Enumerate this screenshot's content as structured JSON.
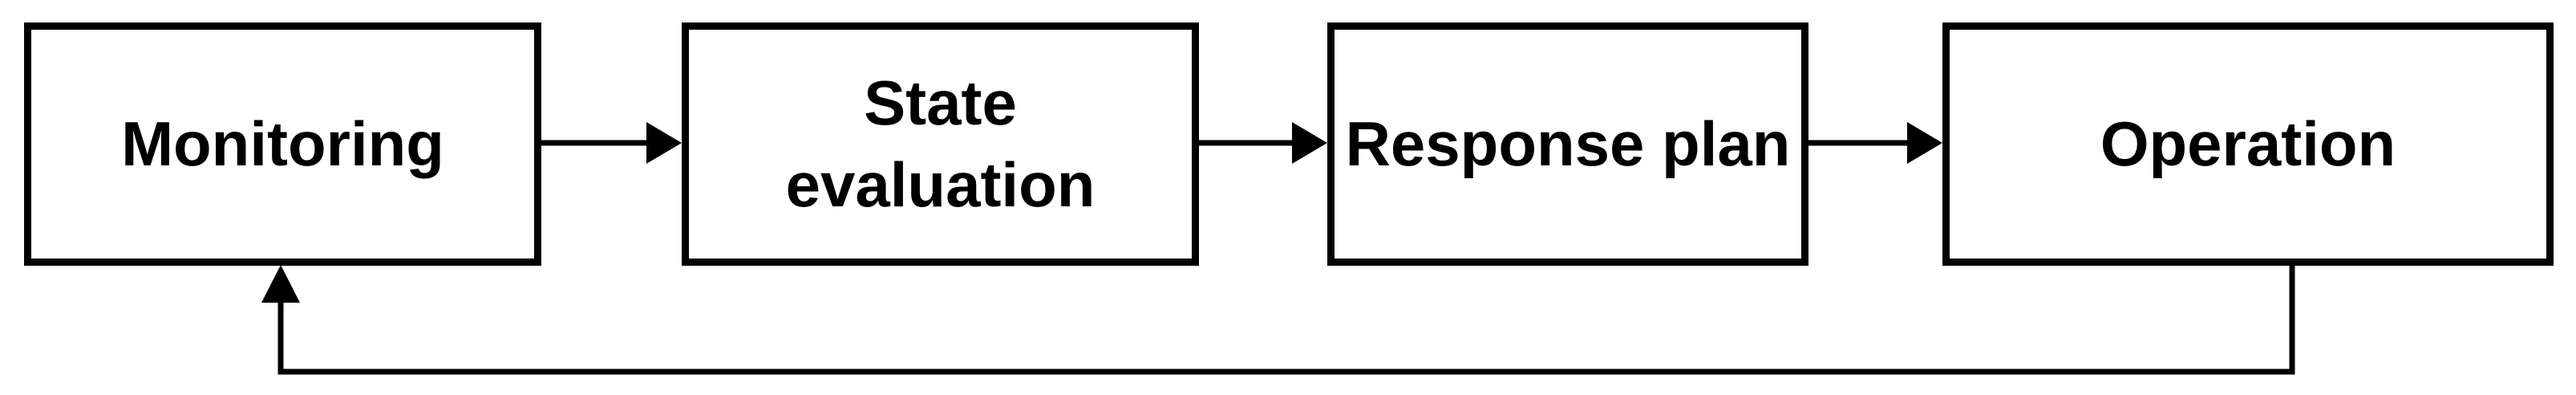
{
  "diagram": {
    "background_color": "#ffffff",
    "line_color": "#000000",
    "node_fill_color": "#ffffff",
    "nodes": [
      {
        "id": "monitoring",
        "label": "Monitoring"
      },
      {
        "id": "state-evaluation",
        "label": "State\nevaluation"
      },
      {
        "id": "response-plan",
        "label": "Response plan"
      },
      {
        "id": "operation",
        "label": "Operation"
      }
    ],
    "edges": [
      {
        "from": "Monitoring",
        "to": "State evaluation",
        "style": "straight-right-arrow"
      },
      {
        "from": "State evaluation",
        "to": "Response plan",
        "style": "straight-right-arrow"
      },
      {
        "from": "Response plan",
        "to": "Operation",
        "style": "straight-right-arrow"
      },
      {
        "from": "Operation",
        "to": "Monitoring",
        "style": "feedback-loop-bottom",
        "path": "down from bottom of Operation, left along bottom, up into bottom of Monitoring"
      }
    ]
  }
}
